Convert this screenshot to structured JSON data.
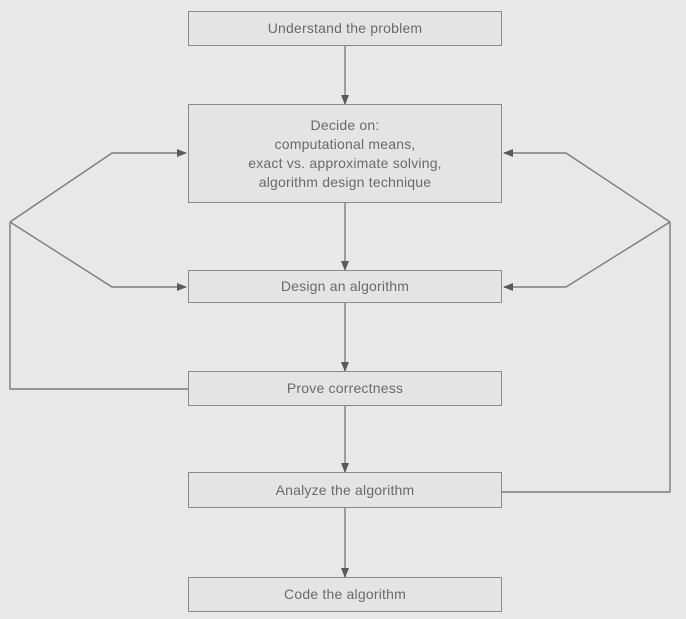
{
  "steps": {
    "understand": "Understand the problem",
    "decide": "Decide on:\ncomputational means,\nexact vs. approximate solving,\nalgorithm design technique",
    "design": "Design an algorithm",
    "prove": "Prove correctness",
    "analyze": "Analyze the algorithm",
    "code": "Code the algorithm"
  },
  "colors": {
    "background": "#e8e8e8",
    "box_fill": "#e4e4e4",
    "box_border": "#8a8a8a",
    "text": "#6a6a6a",
    "connector": "#7d7d7d"
  }
}
